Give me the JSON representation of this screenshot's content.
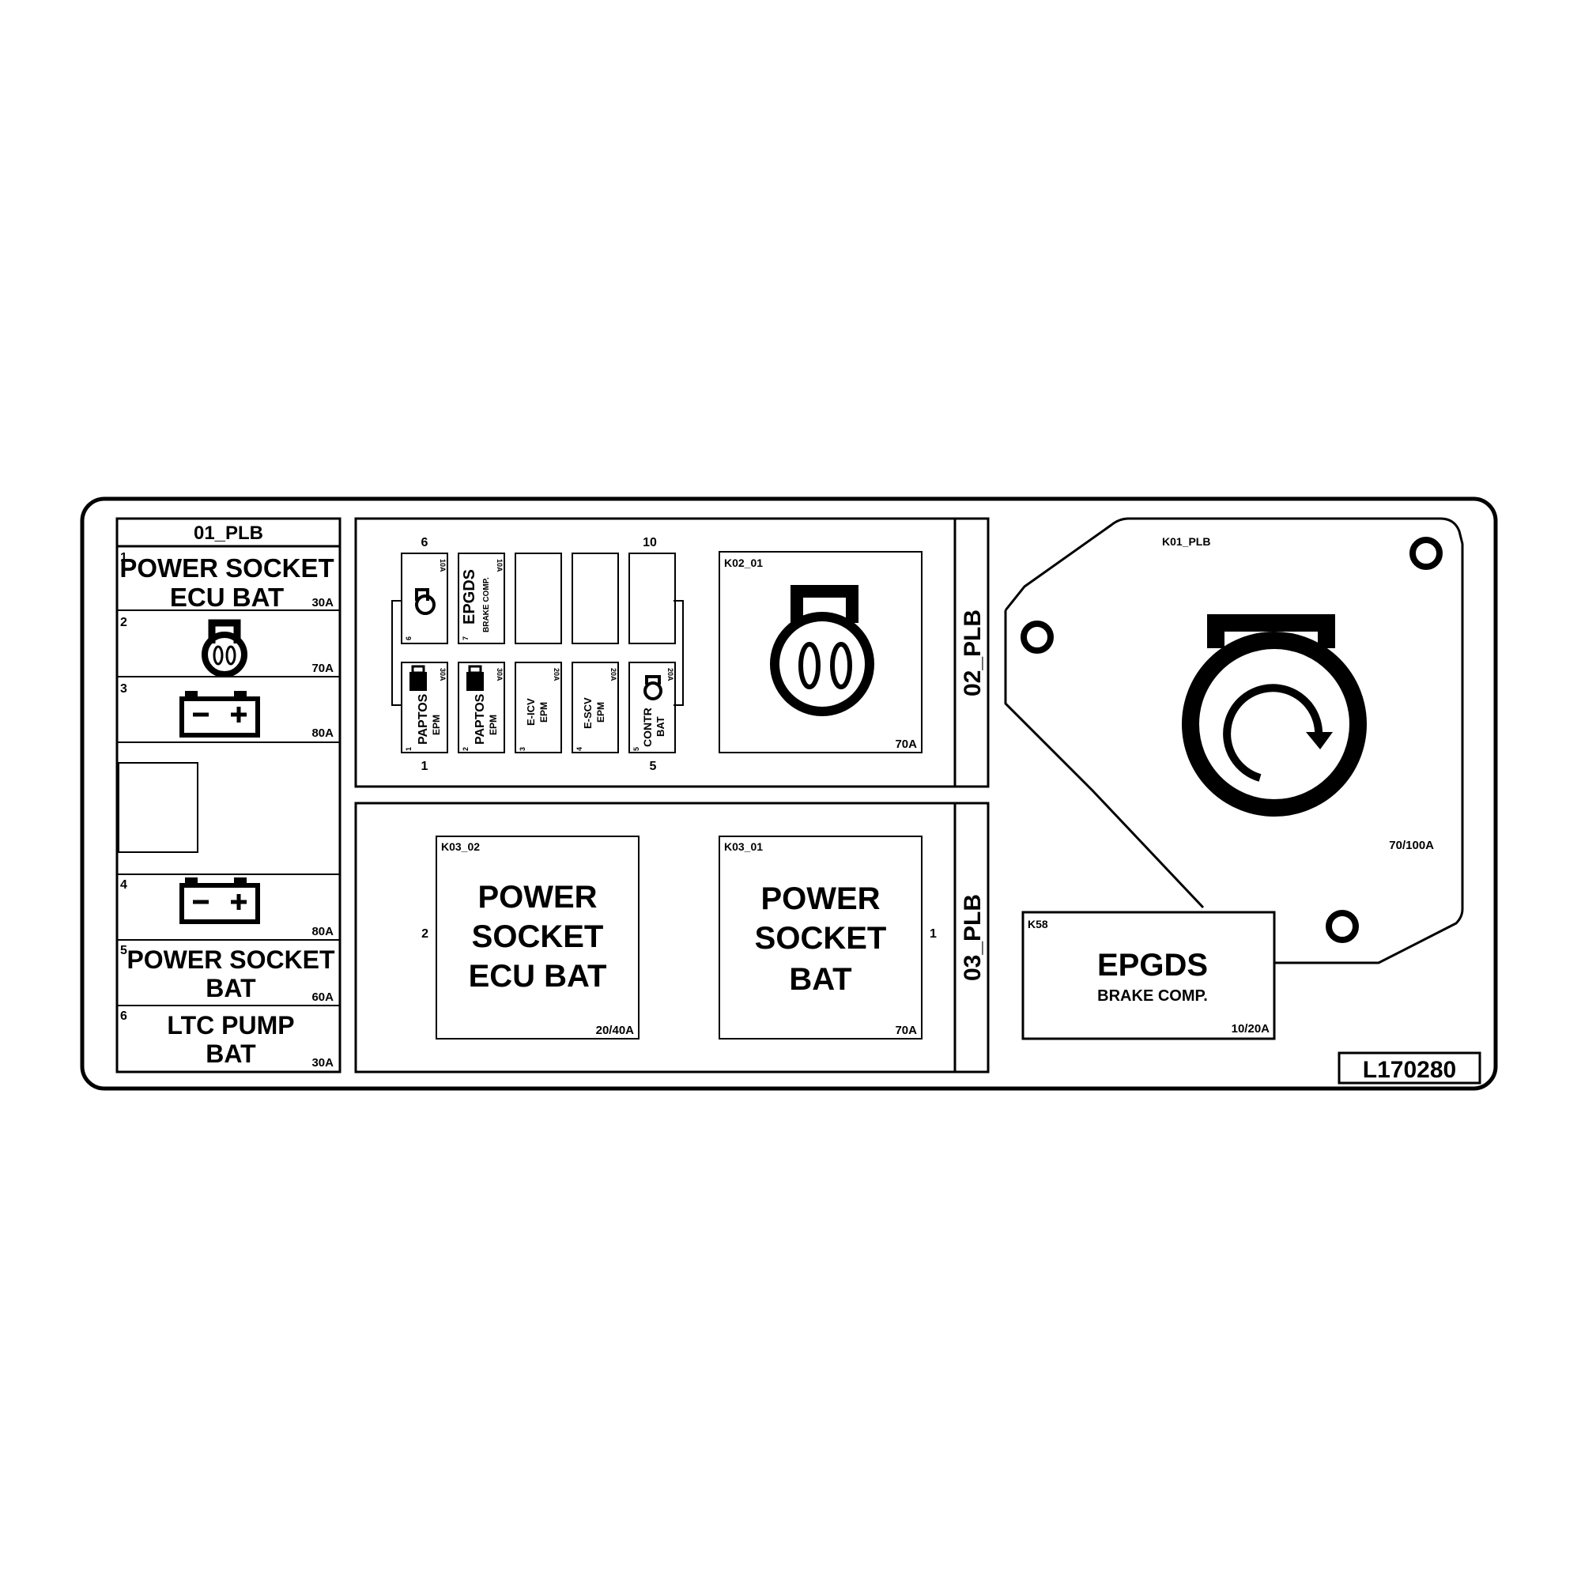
{
  "section_01": {
    "title": "01_PLB",
    "slots": [
      {
        "num": "1",
        "line1": "POWER  SOCKET",
        "line2": "ECU  BAT",
        "rating": "30A"
      },
      {
        "num": "2",
        "icon": "glow-plug-icon",
        "rating": "70A"
      },
      {
        "num": "3",
        "icon": "battery-icon",
        "rating": "80A"
      },
      {
        "num": "4",
        "icon": "battery-icon",
        "rating": "80A"
      },
      {
        "num": "5",
        "line1": "POWER  SOCKET",
        "line2": "BAT",
        "rating": "60A"
      },
      {
        "num": "6",
        "line1": "LTC  PUMP",
        "line2": "BAT",
        "rating": "30A"
      }
    ]
  },
  "section_02": {
    "title": "02_PLB",
    "fuse_top_labels": {
      "left": "6",
      "right": "10"
    },
    "fuse_bottom_labels": {
      "left": "1",
      "right": "5"
    },
    "fuses_top": [
      {
        "num": "6",
        "icon": "glow-plug-icon",
        "rating": "10A"
      },
      {
        "num": "7",
        "line1": "EPGDS",
        "line2": "BRAKE  COMP.",
        "rating": "10A"
      },
      {
        "num": "",
        "line1": "",
        "line2": "",
        "rating": ""
      },
      {
        "num": "",
        "line1": "",
        "line2": "",
        "rating": ""
      },
      {
        "num": "",
        "line1": "",
        "line2": "",
        "rating": ""
      }
    ],
    "fuses_bottom": [
      {
        "num": "1",
        "line1": "PAPTOS",
        "line2": "EPM",
        "rating": "30A",
        "icon": "module-icon"
      },
      {
        "num": "2",
        "line1": "PAPTOS",
        "line2": "EPM",
        "rating": "30A",
        "icon": "module-icon"
      },
      {
        "num": "3",
        "line1": "E-ICV",
        "line2": "EPM",
        "rating": "20A"
      },
      {
        "num": "4",
        "line1": "E-SCV",
        "line2": "EPM",
        "rating": "20A"
      },
      {
        "num": "5",
        "line1": "CONTR",
        "line2": "BAT",
        "rating": "20A",
        "icon": "bulb-icon"
      }
    ],
    "relay": {
      "id": "K02_01",
      "icon": "glow-plug-icon",
      "rating": "70A"
    }
  },
  "section_03": {
    "title": "03_PLB",
    "relays": [
      {
        "id": "K03_02",
        "pin": "2",
        "line1": "POWER",
        "line2": "SOCKET",
        "line3": "ECU  BAT",
        "rating": "20/40A"
      },
      {
        "id": "K03_01",
        "pin": "1",
        "line1": "POWER",
        "line2": "SOCKET",
        "line3": "BAT",
        "rating": "70A"
      }
    ]
  },
  "k01": {
    "id": "K01_PLB",
    "icon": "starter-icon",
    "rating": "70/100A"
  },
  "k58": {
    "id": "K58",
    "line1": "EPGDS",
    "line2": "BRAKE  COMP.",
    "rating": "10/20A"
  },
  "part_number": "L170280",
  "colors": {
    "ink": "#000000",
    "background": "#ffffff"
  }
}
